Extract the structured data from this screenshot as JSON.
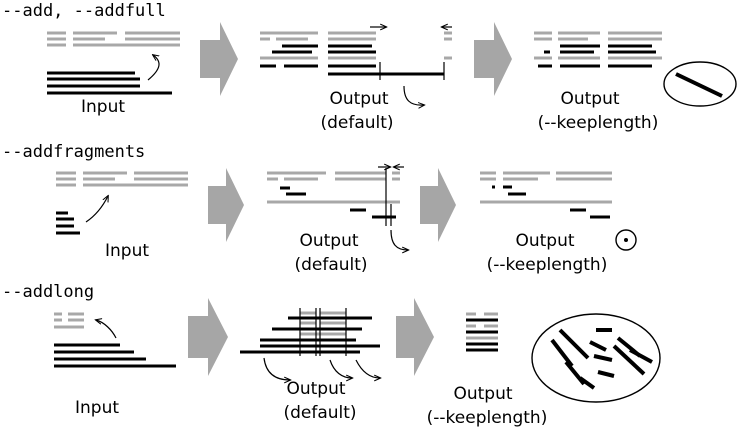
{
  "sections": [
    {
      "option": "--add, --addfull",
      "input_label": "Input",
      "output_default": [
        "Output",
        "(default)"
      ],
      "output_keep": [
        "Output",
        "(--keeplength)"
      ]
    },
    {
      "option": "--addfragments",
      "input_label": "Input",
      "output_default": [
        "Output",
        "(default)"
      ],
      "output_keep": [
        "Output",
        "(--keeplength)"
      ]
    },
    {
      "option": "--addlong",
      "input_label": "Input",
      "output_default": [
        "Output",
        "(default)"
      ],
      "output_keep": [
        "Output",
        "(--keeplength)"
      ]
    }
  ],
  "colors": {
    "existing_alignment": "#a8a8a8",
    "added_sequences": "#000000",
    "flow_arrow": "#a6a6a6"
  }
}
